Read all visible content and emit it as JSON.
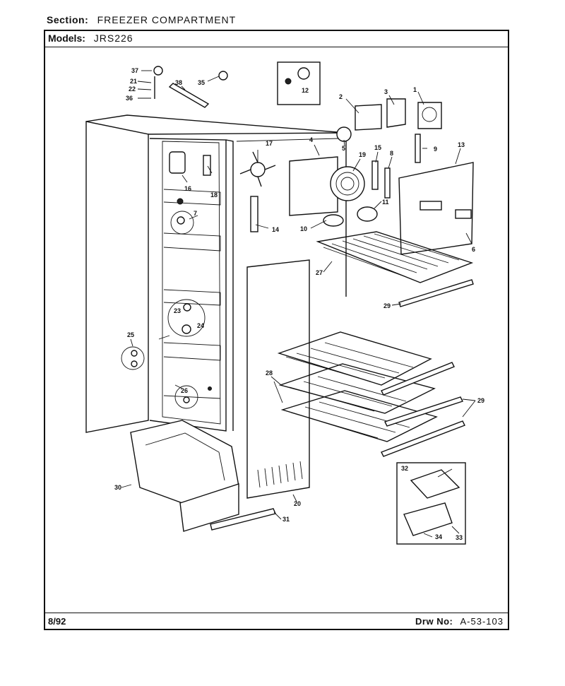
{
  "header": {
    "section_label": "Section:",
    "section_value": "FREEZER COMPARTMENT",
    "models_label": "Models:",
    "models_value": "JRS226"
  },
  "footer": {
    "date": "8/92",
    "drawing_label": "Drw No:",
    "drawing_number": "A-53-103"
  },
  "callouts": [
    "1",
    "2",
    "3",
    "4",
    "5",
    "6",
    "7",
    "8",
    "9",
    "10",
    "11",
    "12",
    "13",
    "14",
    "15",
    "16",
    "17",
    "18",
    "19",
    "20",
    "21",
    "22",
    "23",
    "24",
    "25",
    "26",
    "27",
    "28",
    "29",
    "29",
    "29",
    "30",
    "31",
    "32",
    "33",
    "34",
    "35",
    "36",
    "37",
    "38"
  ]
}
